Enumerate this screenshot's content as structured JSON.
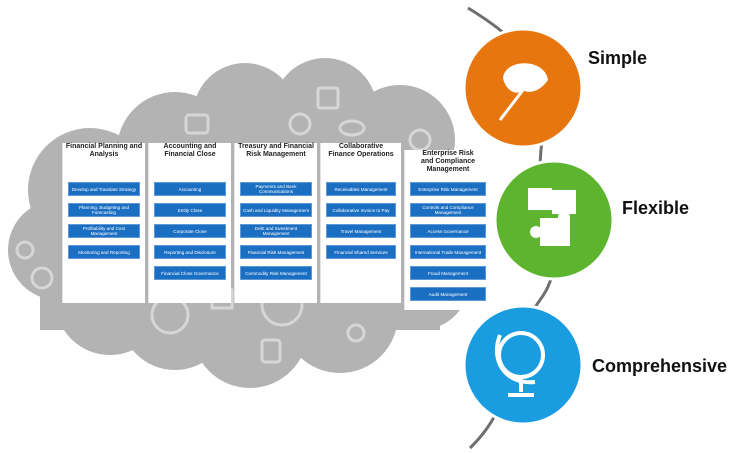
{
  "columns": [
    {
      "title": "Financial Planning and\nAnalysis",
      "items": [
        "Develop and Translate Strategy",
        "Planning, Budgeting and Forecasting",
        "Profitability and Cost Management",
        "Monitoring and Reporting"
      ]
    },
    {
      "title": "Accounting and\nFinancial Close",
      "items": [
        "Accounting",
        "Entity Close",
        "Corporate Close",
        "Reporting and Disclosure",
        "Financial Close Governance"
      ]
    },
    {
      "title": "Treasury and Financial\nRisk Management",
      "items": [
        "Payments and Bank Communications",
        "Cash and Liquidity Management",
        "Debt and Investment Management",
        "Financial Risk Management",
        "Commodity Risk Management"
      ]
    },
    {
      "title": "Collaborative\nFinance Operations",
      "items": [
        "Receivables Management",
        "Collaborative Invoice to Pay",
        "Travel Management",
        "Financial Shared Services"
      ]
    },
    {
      "title": "Enterprise Risk\nand Compliance\nManagement",
      "items": [
        "Enterprise Risk Management",
        "Controls and Compliance Management",
        "Access Governance",
        "International Trade Management",
        "Fraud Management",
        "Audit Management"
      ]
    }
  ],
  "attributes": [
    {
      "label": "Simple",
      "color": "#e8760f",
      "icon": "ginkgo-leaf-icon"
    },
    {
      "label": "Flexible",
      "color": "#5db52f",
      "icon": "puzzle-icon"
    },
    {
      "label": "Comprehensive",
      "color": "#1a9de0",
      "icon": "globe-icon"
    }
  ],
  "colors": {
    "cloud": "#b3b3b3",
    "button": "#1b6fc2",
    "connector": "#6f6f6f"
  }
}
